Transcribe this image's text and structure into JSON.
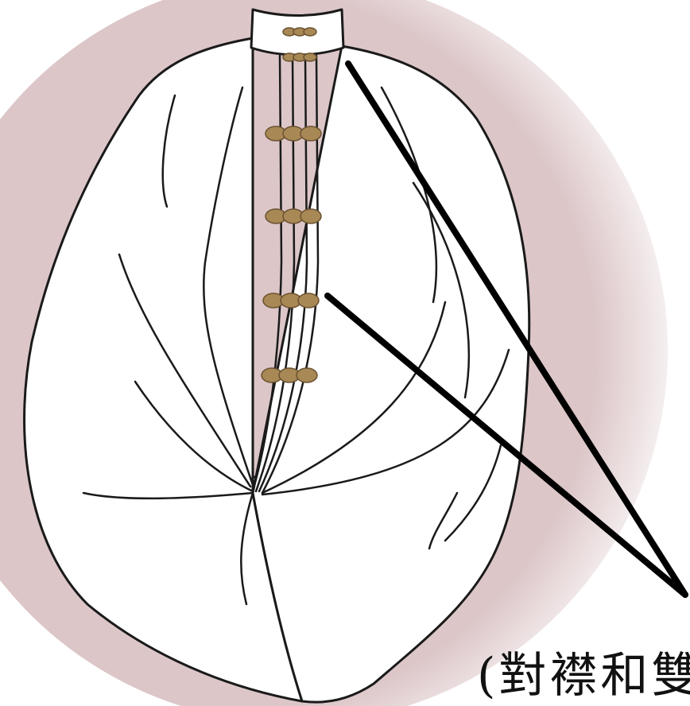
{
  "caption": {
    "text": "(對襟和雙"
  },
  "colors": {
    "background_vignette": "#dcc6c8",
    "garment_fill": "#ffffff",
    "outline": "#1a1a1a",
    "frog_buttons": "#a88855",
    "pointer_lines": "#000000"
  },
  "icons": {
    "garment": "mandarin-jacket-illustration",
    "frog_button": "chinese-knot-button"
  }
}
